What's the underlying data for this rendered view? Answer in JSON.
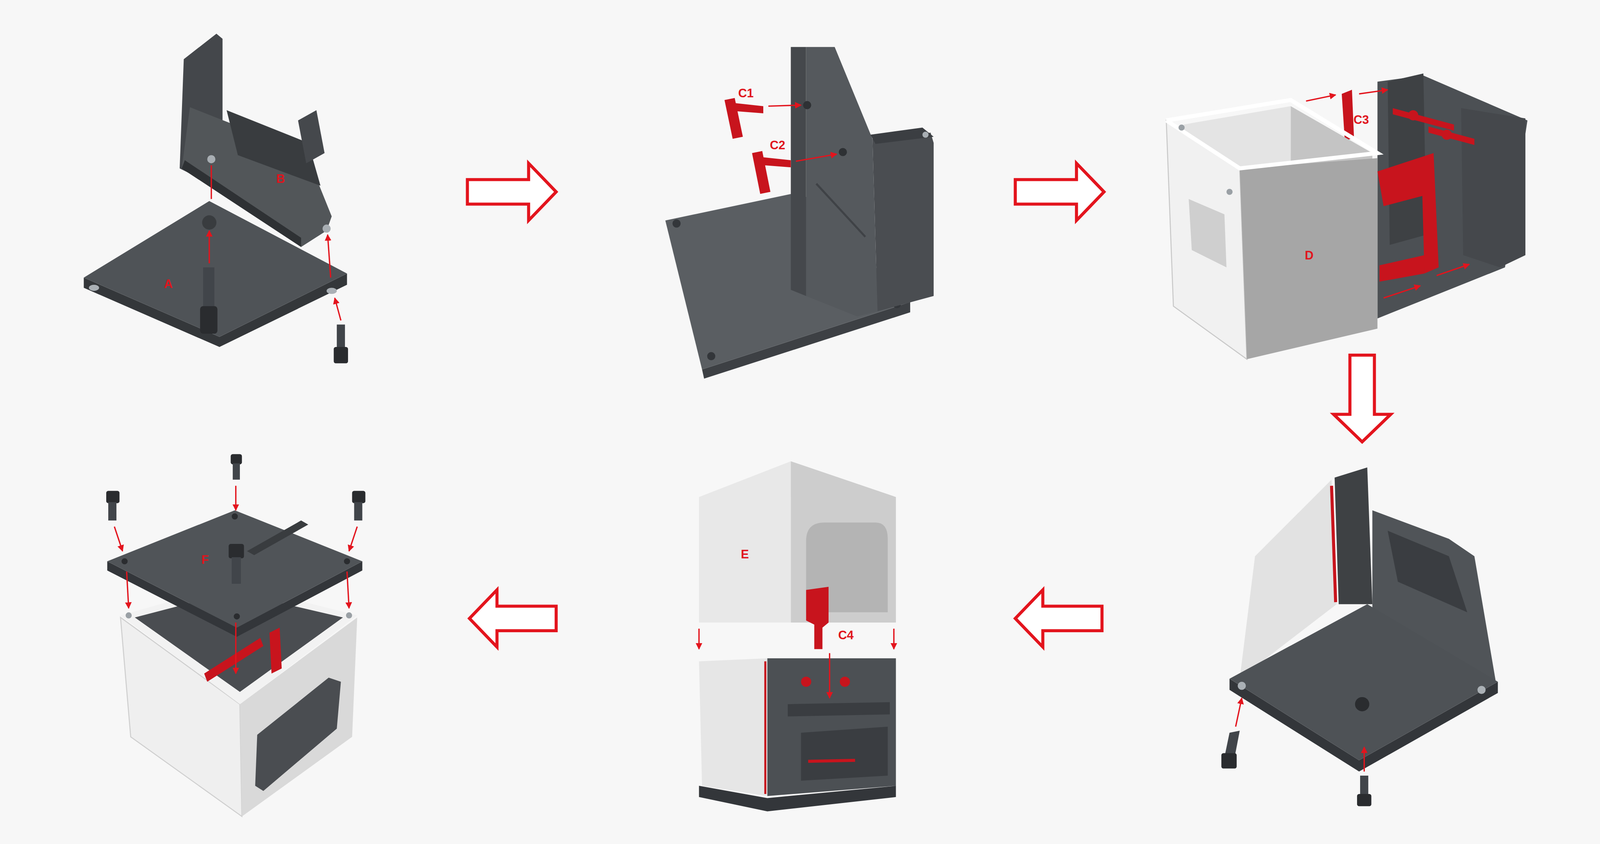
{
  "diagram": {
    "labels": [
      "B",
      "A",
      "C1",
      "C2",
      "C3",
      "D",
      "F",
      "E",
      "C4"
    ]
  }
}
